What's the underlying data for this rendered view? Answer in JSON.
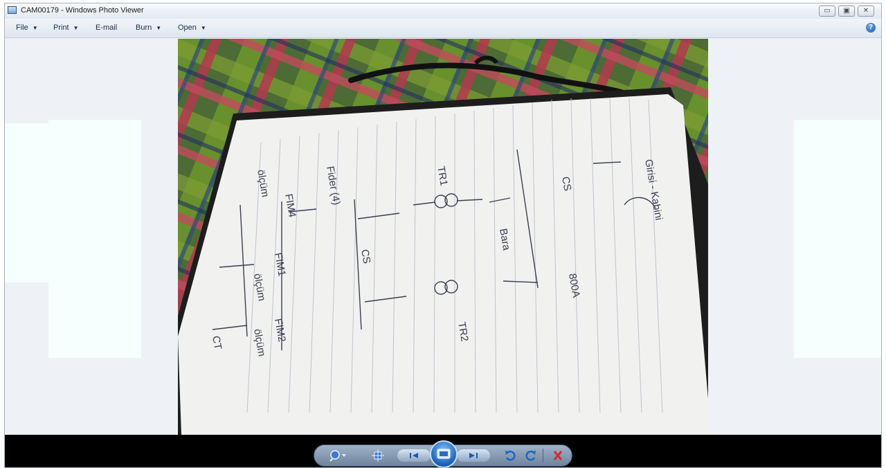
{
  "window": {
    "title": "CAM00179 - Windows Photo Viewer",
    "controls": {
      "minimize": "▭",
      "maximize": "▣",
      "close": "✕"
    }
  },
  "menu": {
    "file": "File",
    "print": "Print",
    "email": "E-mail",
    "burn": "Burn",
    "open": "Open",
    "help_glyph": "?"
  },
  "photo": {
    "handwriting": [
      "Girisi - Kabini",
      "CS",
      "800A",
      "Bara",
      "TR1",
      "TR2",
      "CS",
      "Fider (4)",
      "FIM1",
      "FIM2",
      "FIM4",
      "ölçüm",
      "ölçüm",
      "CT",
      "ölçüm"
    ]
  },
  "controls": {
    "icons": [
      "zoom-icon",
      "actual-size-icon",
      "previous-icon",
      "slideshow-icon",
      "next-icon",
      "rotate-counterclockwise-icon",
      "rotate-clockwise-icon",
      "delete-icon"
    ]
  }
}
